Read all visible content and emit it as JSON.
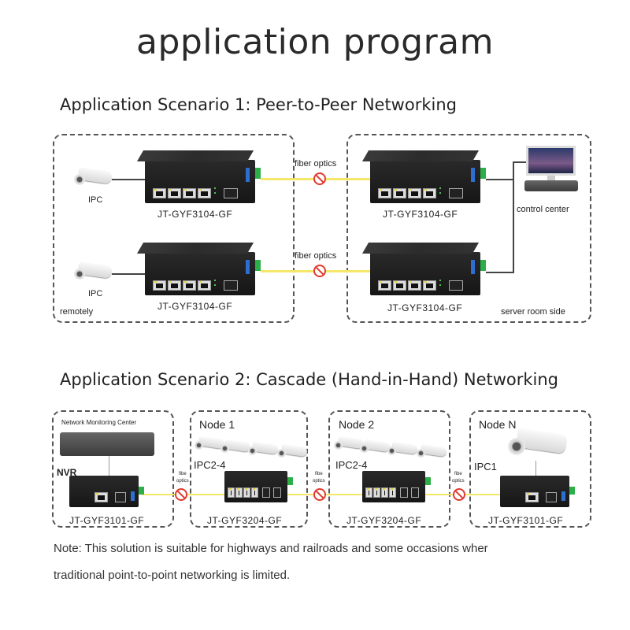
{
  "title": "application program",
  "scenario1": {
    "heading": "Application Scenario 1: Peer-to-Peer Networking",
    "left_box_label": "remotely",
    "right_box_label": "server room side",
    "control_center_label": "control center",
    "links": [
      {
        "camera_label": "IPC",
        "local_switch": "JT-GYF3104-GF",
        "fiber_label": "fiber optics",
        "remote_switch": "JT-GYF3104-GF"
      },
      {
        "camera_label": "IPC",
        "local_switch": "JT-GYF3104-GF",
        "fiber_label": "fiber optics",
        "remote_switch": "JT-GYF3104-GF"
      }
    ]
  },
  "scenario2": {
    "heading": "Application Scenario 2: Cascade (Hand-in-Hand) Networking",
    "nodes": [
      {
        "title": "Network Monitoring Center",
        "device_label": "NVR",
        "switch": "JT-GYF3101-GF"
      },
      {
        "title": "Node 1",
        "device_label": "IPC2-4",
        "switch": "JT-GYF3204-GF"
      },
      {
        "title": "Node 2",
        "device_label": "IPC2-4",
        "switch": "JT-GYF3204-GF"
      },
      {
        "title": "Node N",
        "device_label": "IPC1",
        "switch": "JT-GYF3101-GF"
      }
    ],
    "fiber_label_line1": "fibe",
    "fiber_label_line2": "optics"
  },
  "note": {
    "line1": "Note: This solution is suitable for highways and railroads and some occasions wher",
    "line2": "traditional point-to-point networking is limited."
  },
  "colors": {
    "fiber": "#f4e76a",
    "fault_icon": "#e03a2f",
    "terminal": "#2eae48",
    "brand": "#2d6fd1"
  }
}
